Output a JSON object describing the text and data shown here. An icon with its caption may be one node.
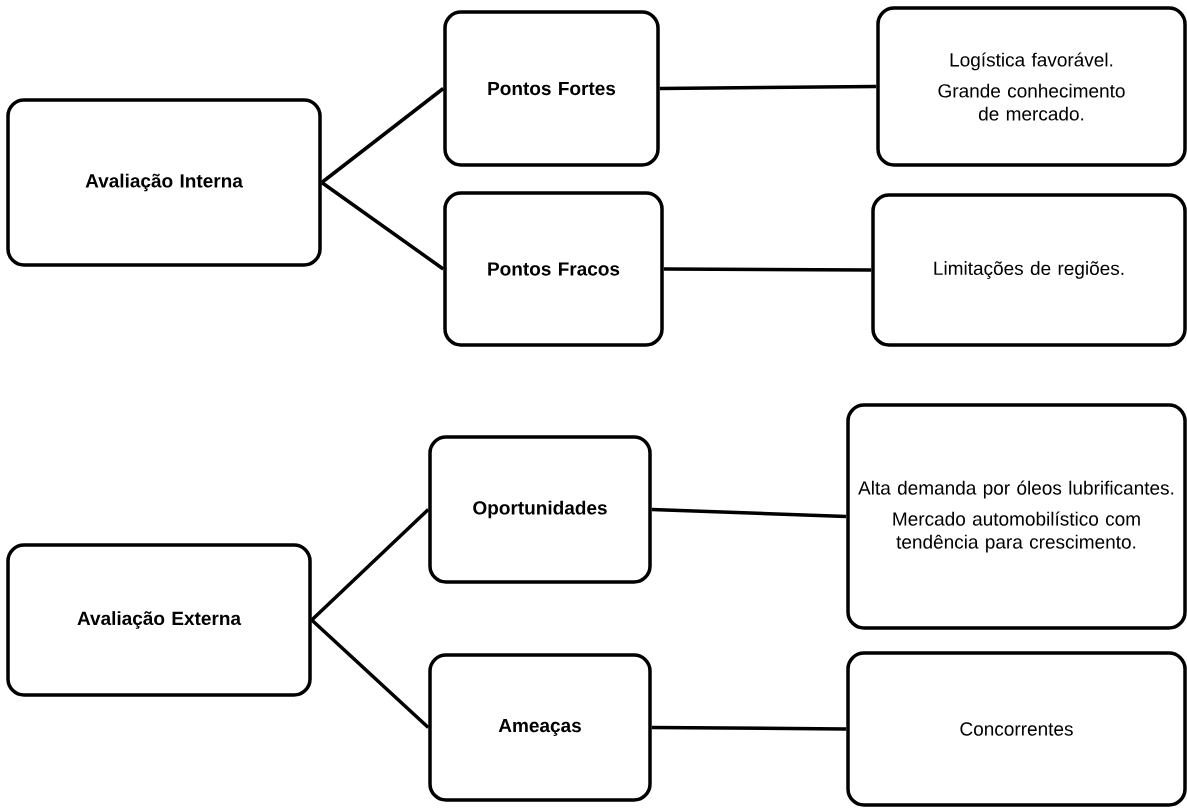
{
  "diagram": {
    "nodes": [
      {
        "text": [
          "Avaliação Interna"
        ]
      },
      {
        "text": [
          "Pontos Fortes"
        ]
      },
      {
        "text": [
          "Logística favorável.",
          "Grande conhecimento de mercado."
        ]
      },
      {
        "text": [
          "Pontos Fracos"
        ]
      },
      {
        "text": [
          "Limitações de regiões."
        ]
      },
      {
        "text": [
          "Avaliação Externa"
        ]
      },
      {
        "text": [
          "Oportunidades"
        ]
      },
      {
        "text": [
          "Alta demanda por óleos lubrificantes.",
          "Mercado automobilístico com tendência para crescimento."
        ]
      },
      {
        "text": [
          "Ameaças"
        ]
      },
      {
        "text": [
          "Concorrentes"
        ]
      }
    ],
    "edges": [
      {
        "from": 0,
        "to": 1,
        "arrow": "none"
      },
      {
        "from": 0,
        "to": 3,
        "arrow": "none"
      },
      {
        "from": 1,
        "to": 2,
        "arrow": "none"
      },
      {
        "from": 3,
        "to": 4,
        "arrow": "none"
      },
      {
        "from": 5,
        "to": 6,
        "arrow": "none"
      },
      {
        "from": 5,
        "to": 8,
        "arrow": "none"
      },
      {
        "from": 6,
        "to": 7,
        "arrow": "none"
      },
      {
        "from": 8,
        "to": 9,
        "arrow": "none"
      }
    ]
  }
}
